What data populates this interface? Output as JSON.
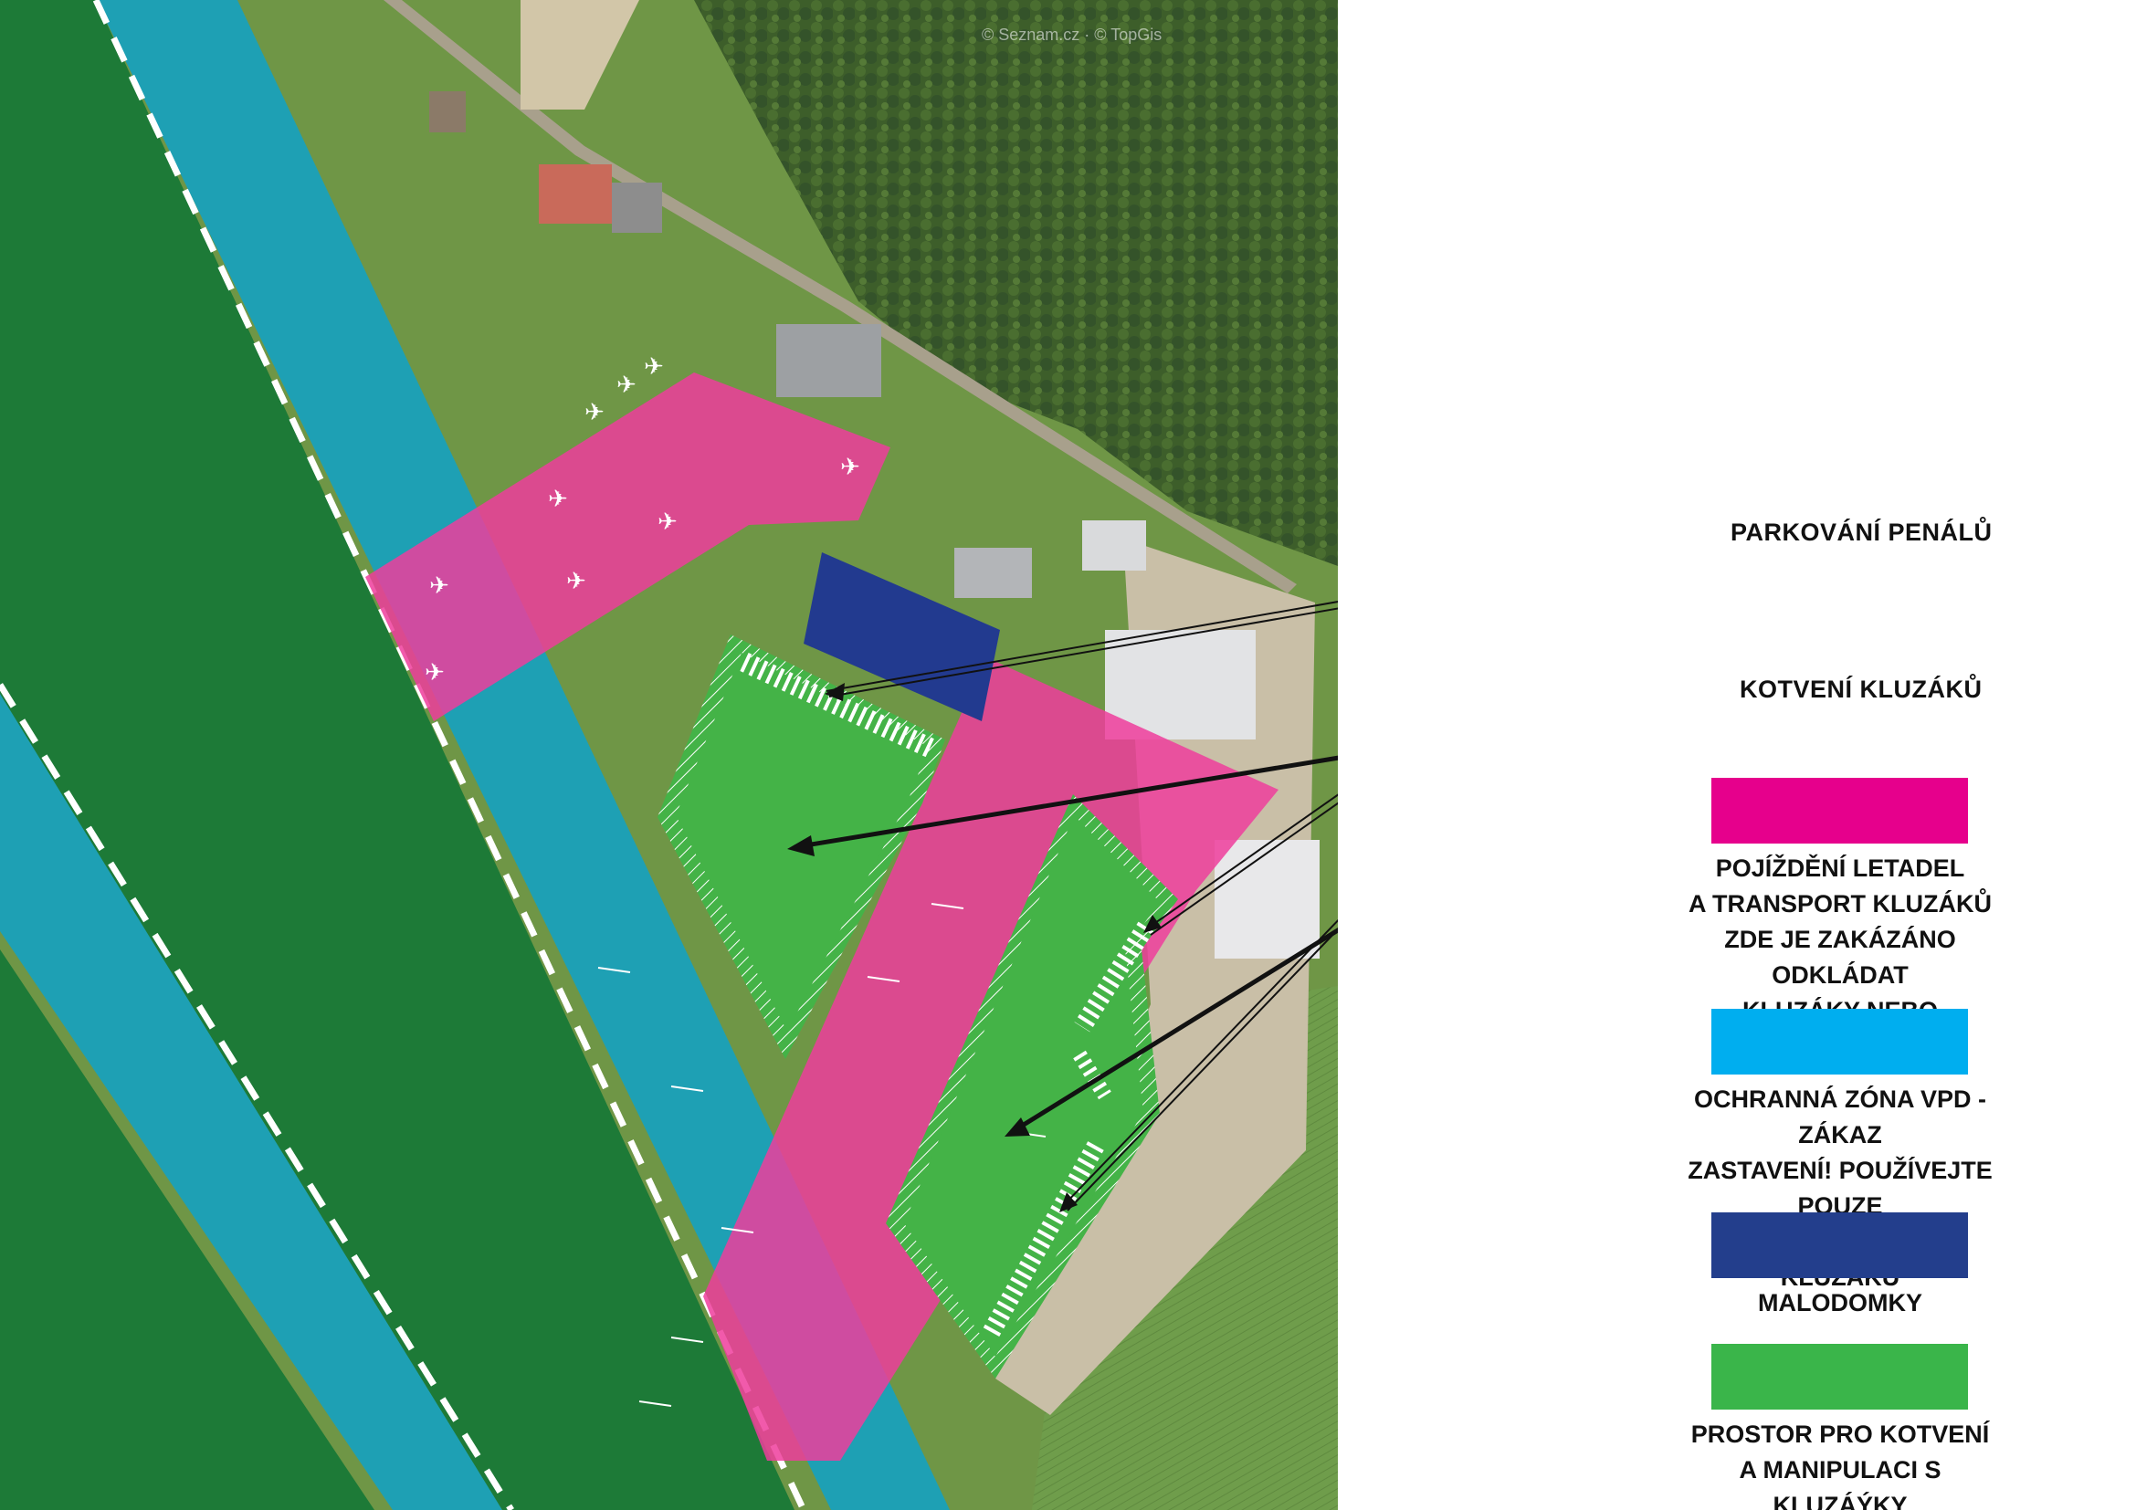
{
  "map": {
    "attribution": "© Seznam.cz · © TopGis",
    "colors": {
      "runway_grass": "#1d7a37",
      "protection_zone": "#1ea0b4",
      "taxi_zone": "#ee3d9c",
      "caravan_zone": "#223a8f",
      "glider_zone": "#44b347",
      "background_field": "#6f9646"
    }
  },
  "callouts": {
    "parking": "PARKOVÁNÍ PENÁLŮ",
    "anchoring": "KOTVENÍ KLUZÁKŮ"
  },
  "legend": {
    "items": [
      {
        "color": "#e6008c",
        "text": "POJÍŽDĚNÍ LETADEL\nA TRANSPORT KLUZÁKŮ\nZDE JE ZAKÁZÁNO ODKLÁDAT\nKLUZÁKY NEBO PARKOVAT"
      },
      {
        "color": "#00aeef",
        "text": "OCHRANNÁ ZÓNA VPD - ZÁKAZ\nZASTAVENÍ! POUŽÍVEJTE POUZE\nPRO TRANSPORT KLUZÁKU"
      },
      {
        "color": "#233e8c",
        "text": "MALODOMKY"
      },
      {
        "color": "#3ab54a",
        "text": "PROSTOR PRO KOTVENÍ\nA MANIPULACI S KLUZÁÝKY"
      }
    ]
  }
}
